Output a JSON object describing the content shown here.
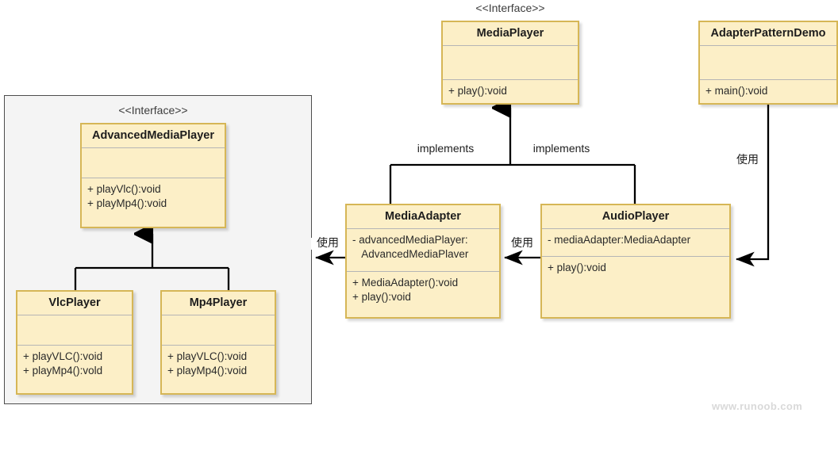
{
  "diagram": {
    "title": "Adapter Pattern UML Class Diagram",
    "watermark": "www.runoob.com",
    "colors": {
      "class_fill": "#fcefc7",
      "class_border": "#d6b656",
      "group_fill": "#f4f4f4",
      "group_border": "#4d4d4d",
      "line": "#000000",
      "watermark": "#d9d9d9"
    }
  },
  "stereotypes": {
    "media_player": "<<Interface>>",
    "advanced_media_player": "<<Interface>>"
  },
  "classes": {
    "media_player": {
      "name": "MediaPlayer",
      "attributes": [],
      "methods": [
        "+ play():void"
      ]
    },
    "adapter_pattern_demo": {
      "name": "AdapterPatternDemo",
      "attributes": [],
      "methods": [
        "+ main():void"
      ]
    },
    "advanced_media_player": {
      "name": "AdvancedMediaPlayer",
      "attributes": [],
      "methods": [
        "+ playVlc():void",
        "+ playMp4():void"
      ]
    },
    "vlc_player": {
      "name": "VlcPlayer",
      "attributes": [],
      "methods": [
        "+ playVLC():void",
        "+ playMp4():vold"
      ]
    },
    "mp4_player": {
      "name": "Mp4Player",
      "attributes": [],
      "methods": [
        "+ playVLC():void",
        "+ playMp4():void"
      ]
    },
    "media_adapter": {
      "name": "MediaAdapter",
      "attributes": [
        "- advancedMediaPlayer:\n   AdvancedMediaPlaver"
      ],
      "methods": [
        "+ MediaAdapter():void",
        "+ play():void"
      ]
    },
    "audio_player": {
      "name": "AudioPlayer",
      "attributes": [
        "- mediaAdapter:MediaAdapter"
      ],
      "methods": [
        "+ play():void"
      ]
    }
  },
  "edge_labels": {
    "implements_left": "implements",
    "implements_right": "implements",
    "uses_adapter_to_advanced": "使用",
    "uses_audio_to_adapter": "使用",
    "uses_demo_to_audio": "使用"
  }
}
